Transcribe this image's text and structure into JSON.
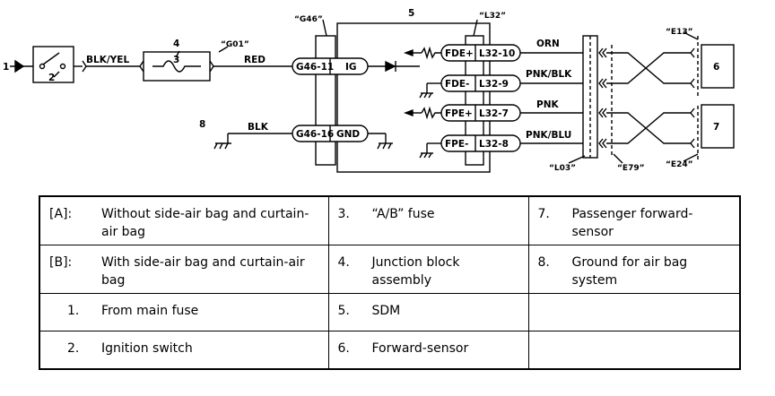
{
  "diagram": {
    "connectors": {
      "g46": "“G46”",
      "g01": "“G01”",
      "l32": "“L32”",
      "e13": "“E13”",
      "e24": "“E24”",
      "l03": "“L03”",
      "e79": "“E79”"
    },
    "callouts": {
      "n1": "1",
      "n2": "2",
      "n3": "3",
      "n4": "4",
      "n5": "5",
      "n6": "6",
      "n7": "7",
      "n8": "8"
    },
    "wires": {
      "blk_yel": "BLK/YEL",
      "red": "RED",
      "blk": "BLK",
      "orn": "ORN",
      "pnk_blk": "PNK/BLK",
      "pnk": "PNK",
      "pnk_blu": "PNK/BLU"
    },
    "sdm_pins_left": {
      "ig_pin": "G46-11",
      "ig_label": "IG",
      "gnd_pin": "G46-16",
      "gnd_label": "GND"
    },
    "sdm_pins_right": [
      {
        "signal": "FDE+",
        "pin": "L32-10"
      },
      {
        "signal": "FDE-",
        "pin": "L32-9"
      },
      {
        "signal": "FPE+",
        "pin": "L32-7"
      },
      {
        "signal": "FPE-",
        "pin": "L32-8"
      }
    ]
  },
  "legend": {
    "rows": [
      [
        {
          "key": "[A]:",
          "text": "Without side-air bag and curtain-air bag"
        },
        {
          "key": "3.",
          "text": "“A/B” fuse"
        },
        {
          "key": "7.",
          "text": "Passenger forward-sensor"
        }
      ],
      [
        {
          "key": "[B]:",
          "text": "With side-air bag and curtain-air bag"
        },
        {
          "key": "4.",
          "text": "Junction block assembly"
        },
        {
          "key": "8.",
          "text": "Ground for air bag system"
        }
      ],
      [
        {
          "key": "1.",
          "text": "From main fuse"
        },
        {
          "key": "5.",
          "text": "SDM"
        },
        {
          "key": "",
          "text": ""
        }
      ],
      [
        {
          "key": "2.",
          "text": "Ignition switch"
        },
        {
          "key": "6.",
          "text": "Forward-sensor"
        },
        {
          "key": "",
          "text": ""
        }
      ]
    ]
  }
}
